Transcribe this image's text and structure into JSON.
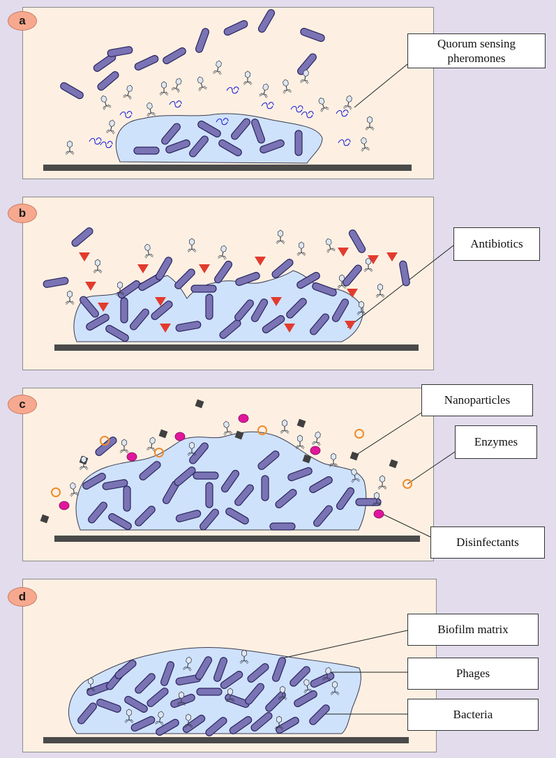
{
  "panels": {
    "a": {
      "label": "a"
    },
    "b": {
      "label": "b"
    },
    "c": {
      "label": "c"
    },
    "d": {
      "label": "d"
    }
  },
  "labels": {
    "quorum_line1": "Quorum sensing",
    "quorum_line2": "pheromones",
    "antibiotics": "Antibiotics",
    "nanoparticles": "Nanoparticles",
    "enzymes": "Enzymes",
    "disinfectants": "Disinfectants",
    "biofilm_matrix": "Biofilm matrix",
    "phages": "Phages",
    "bacteria": "Bacteria"
  },
  "colors": {
    "background": "#e2dcec",
    "panel": "#fdf0e2",
    "biofilm": "#cfe2fb",
    "bacteria_fill": "#7a73b4",
    "bacteria_stroke": "#2a2560",
    "surface": "#4a4a4a",
    "pheromone": "#1a1ad8",
    "antibiotic": "#e23b2e",
    "nanoparticle": "#404040",
    "enzyme": "#f08a2a",
    "disinfectant": "#e0169c",
    "phage": "#303848",
    "panel_label": "#f7a98f"
  }
}
